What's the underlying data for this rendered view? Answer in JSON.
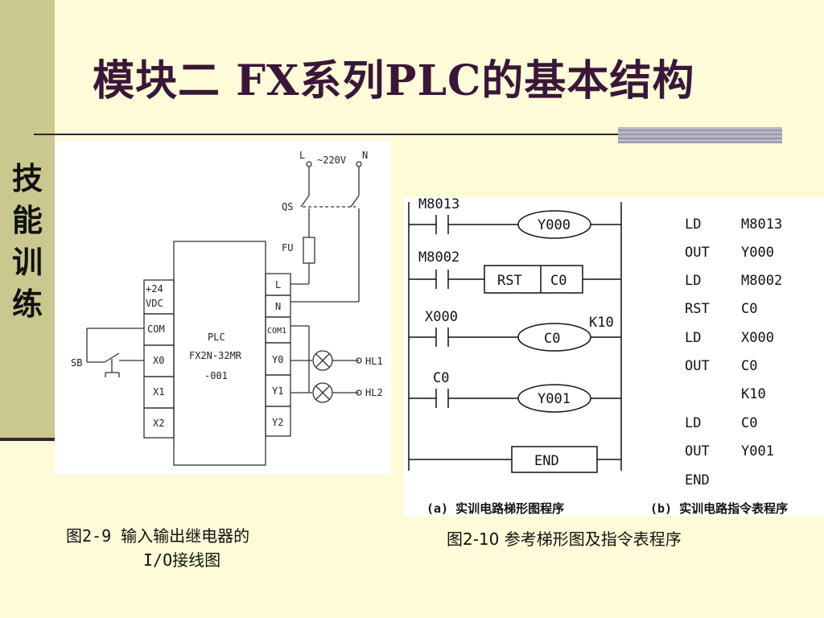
{
  "title": "模块二  FX系列PLC的基本结构",
  "side_label": [
    "技",
    "能",
    "训",
    "练"
  ],
  "wiring": {
    "supply_L": "L",
    "supply_N": "N",
    "voltage": "~220V",
    "qs": "QS",
    "fu": "FU",
    "plc_name": "PLC",
    "plc_model": "FX2N-32MR",
    "plc_suffix": "-001",
    "dc_label_1": "+24",
    "dc_label_2": "VDC",
    "left_terminals": [
      "COM",
      "X0",
      "X1",
      "X2"
    ],
    "right_terminals": [
      "L",
      "N",
      "COM1",
      "Y0",
      "Y1",
      "Y2"
    ],
    "sb": "SB",
    "hl1": "HL1",
    "hl2": "HL2"
  },
  "ladder": {
    "rungs": [
      {
        "contact": "M8013",
        "coil": "Y000"
      },
      {
        "contact": "M8002",
        "box_left": "RST",
        "box_right": "C0"
      },
      {
        "contact": "X000",
        "coil": "C0",
        "preset": "K10"
      },
      {
        "contact": "C0",
        "coil": "Y001"
      },
      {
        "end": "END"
      }
    ],
    "instructions": [
      {
        "op": "LD",
        "arg": "M8013"
      },
      {
        "op": "OUT",
        "arg": "Y000"
      },
      {
        "op": "LD",
        "arg": "M8002"
      },
      {
        "op": "RST",
        "arg": "C0"
      },
      {
        "op": "LD",
        "arg": "X000"
      },
      {
        "op": "OUT",
        "arg": "C0"
      },
      {
        "op": "",
        "arg": "K10"
      },
      {
        "op": "LD",
        "arg": "C0"
      },
      {
        "op": "OUT",
        "arg": "Y001"
      },
      {
        "op": "END",
        "arg": ""
      }
    ],
    "caption_a": "(a) 实训电路梯形图程序",
    "caption_b": "(b) 实训电路指令表程序"
  },
  "captions": {
    "fig9_line1": "图2-9   输入输出继电器的",
    "fig9_line2": "I/O接线图",
    "fig10": "图2-10 参考梯形图及指令表程序"
  }
}
